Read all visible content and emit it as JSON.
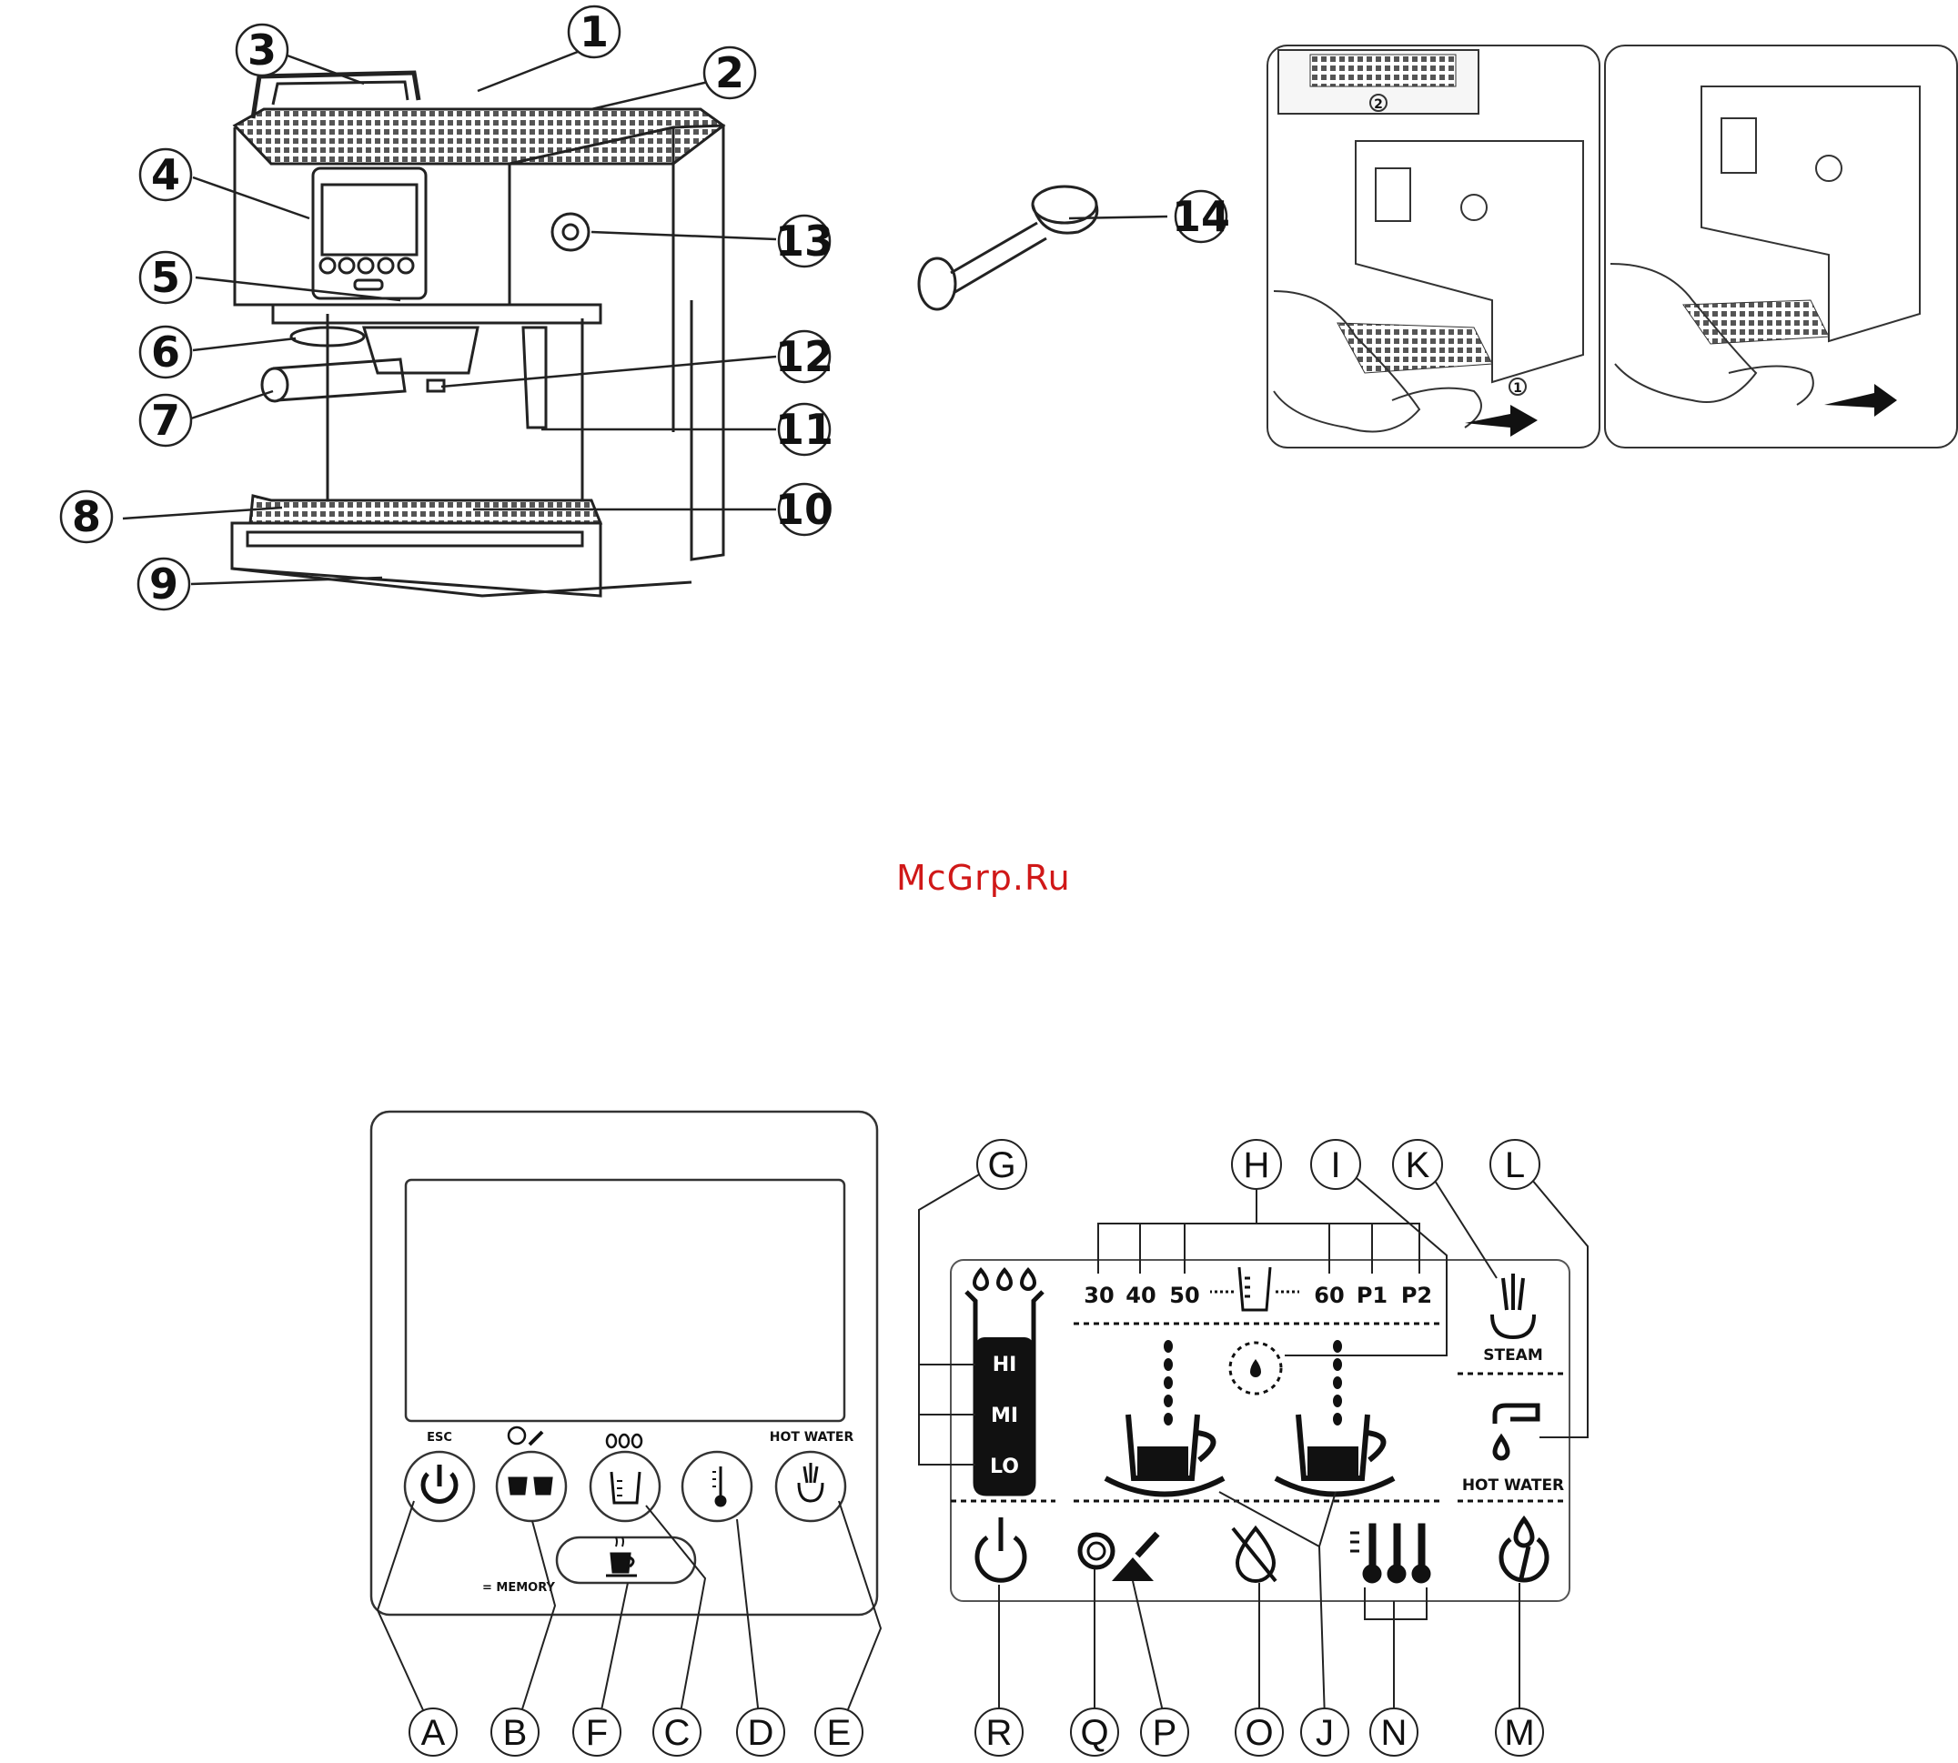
{
  "watermark": "McGrp.Ru",
  "machine_callouts": [
    "1",
    "2",
    "3",
    "4",
    "5",
    "6",
    "7",
    "8",
    "9",
    "10",
    "11",
    "12",
    "13"
  ],
  "scoop_callout": "14",
  "step_marks": [
    "1",
    "2"
  ],
  "panel": {
    "labels": {
      "esc": "ESC",
      "hot_water": "HOT WATER",
      "memory": "= MEMORY"
    },
    "callouts": [
      "A",
      "B",
      "F",
      "C",
      "D",
      "E"
    ]
  },
  "display": {
    "callouts_top": [
      "G",
      "H",
      "I",
      "K",
      "L"
    ],
    "callouts_bottom": [
      "R",
      "Q",
      "P",
      "O",
      "J",
      "N",
      "M"
    ],
    "levels": [
      "HI",
      "MI",
      "LO"
    ],
    "volumes": [
      "30",
      "40",
      "50",
      "60",
      "P1",
      "P2"
    ],
    "steam_label": "STEAM",
    "hot_water_label": "HOT WATER"
  },
  "icons": [
    "power-icon",
    "double-cup-icon",
    "cup-volume-icon",
    "thermometer-icon",
    "steam-icon",
    "coffee-cup-icon",
    "drops-icon",
    "tap-icon",
    "filter-cleaning-icon",
    "no-water-icon",
    "descaling-icon"
  ]
}
